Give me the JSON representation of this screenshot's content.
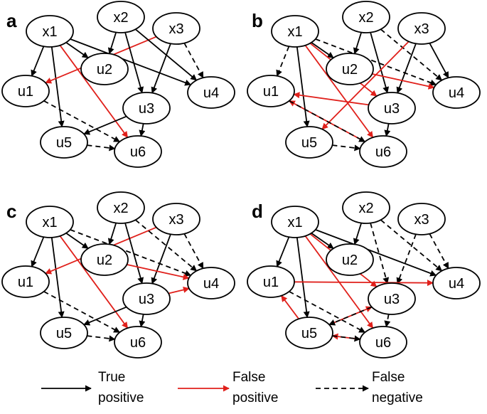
{
  "colors": {
    "true_positive": "#000000",
    "false_positive": "#e0201b",
    "false_negative": "#000000"
  },
  "panels": [
    {
      "label": "a",
      "nodes": [
        "x1",
        "x2",
        "x3",
        "u1",
        "u2",
        "u3",
        "u4",
        "u5",
        "u6"
      ],
      "edges": [
        {
          "from": "x1",
          "to": "u1",
          "type": "true_positive"
        },
        {
          "from": "x1",
          "to": "u2",
          "type": "true_positive"
        },
        {
          "from": "x1",
          "to": "u4",
          "type": "true_positive"
        },
        {
          "from": "x1",
          "to": "u5",
          "type": "true_positive"
        },
        {
          "from": "x1",
          "to": "u6",
          "type": "false_positive"
        },
        {
          "from": "x3",
          "to": "u1",
          "type": "false_positive"
        },
        {
          "from": "x2",
          "to": "u2",
          "type": "true_positive"
        },
        {
          "from": "x2",
          "to": "u3",
          "type": "true_positive"
        },
        {
          "from": "x2",
          "to": "u4",
          "type": "true_positive"
        },
        {
          "from": "x3",
          "to": "u3",
          "type": "true_positive"
        },
        {
          "from": "x3",
          "to": "u4",
          "type": "false_negative"
        },
        {
          "from": "u1",
          "to": "u6",
          "type": "false_negative"
        },
        {
          "from": "u3",
          "to": "u5",
          "type": "true_positive"
        },
        {
          "from": "u3",
          "to": "u6",
          "type": "true_positive"
        },
        {
          "from": "u5",
          "to": "u6",
          "type": "false_negative"
        }
      ]
    },
    {
      "label": "b",
      "nodes": [
        "x1",
        "x2",
        "x3",
        "u1",
        "u2",
        "u3",
        "u4",
        "u5",
        "u6"
      ],
      "edges": [
        {
          "from": "x1",
          "to": "u1",
          "type": "false_negative"
        },
        {
          "from": "x1",
          "to": "u2",
          "type": "true_positive"
        },
        {
          "from": "x1",
          "to": "u4",
          "type": "false_negative"
        },
        {
          "from": "x1",
          "to": "u5",
          "type": "true_positive"
        },
        {
          "from": "x1",
          "to": "u6",
          "type": "false_positive"
        },
        {
          "from": "x1",
          "to": "u3",
          "type": "false_positive"
        },
        {
          "from": "x2",
          "to": "u2",
          "type": "true_positive"
        },
        {
          "from": "x2",
          "to": "u3",
          "type": "true_positive"
        },
        {
          "from": "x2",
          "to": "u4",
          "type": "false_negative"
        },
        {
          "from": "x3",
          "to": "u3",
          "type": "true_positive"
        },
        {
          "from": "x3",
          "to": "u4",
          "type": "true_positive"
        },
        {
          "from": "x3",
          "to": "u5",
          "type": "false_positive"
        },
        {
          "from": "u2",
          "to": "u4",
          "type": "false_positive"
        },
        {
          "from": "u3",
          "to": "u1",
          "type": "false_positive"
        },
        {
          "from": "u6",
          "to": "u1",
          "type": "false_positive"
        },
        {
          "from": "u1",
          "to": "u6",
          "type": "false_negative"
        },
        {
          "from": "u3",
          "to": "u6",
          "type": "true_positive"
        },
        {
          "from": "u5",
          "to": "u6",
          "type": "false_negative"
        }
      ]
    },
    {
      "label": "c",
      "nodes": [
        "x1",
        "x2",
        "x3",
        "u1",
        "u2",
        "u3",
        "u4",
        "u5",
        "u6"
      ],
      "edges": [
        {
          "from": "x1",
          "to": "u1",
          "type": "true_positive"
        },
        {
          "from": "x1",
          "to": "u2",
          "type": "true_positive"
        },
        {
          "from": "x1",
          "to": "u4",
          "type": "false_negative"
        },
        {
          "from": "x1",
          "to": "u5",
          "type": "true_positive"
        },
        {
          "from": "x1",
          "to": "u6",
          "type": "false_positive"
        },
        {
          "from": "x3",
          "to": "u1",
          "type": "false_positive"
        },
        {
          "from": "x2",
          "to": "u2",
          "type": "true_positive"
        },
        {
          "from": "x2",
          "to": "u3",
          "type": "true_positive"
        },
        {
          "from": "x2",
          "to": "u4",
          "type": "false_negative"
        },
        {
          "from": "x3",
          "to": "u3",
          "type": "true_positive"
        },
        {
          "from": "x3",
          "to": "u4",
          "type": "false_negative"
        },
        {
          "from": "u2",
          "to": "u4",
          "type": "false_positive"
        },
        {
          "from": "u3",
          "to": "u4",
          "type": "false_positive"
        },
        {
          "from": "u1",
          "to": "u6",
          "type": "false_negative"
        },
        {
          "from": "u3",
          "to": "u5",
          "type": "true_positive"
        },
        {
          "from": "u3",
          "to": "u6",
          "type": "true_positive"
        },
        {
          "from": "u5",
          "to": "u6",
          "type": "false_negative"
        }
      ]
    },
    {
      "label": "d",
      "nodes": [
        "x1",
        "x2",
        "x3",
        "u1",
        "u2",
        "u3",
        "u4",
        "u5",
        "u6"
      ],
      "edges": [
        {
          "from": "x1",
          "to": "u1",
          "type": "true_positive"
        },
        {
          "from": "x1",
          "to": "u2",
          "type": "true_positive"
        },
        {
          "from": "x1",
          "to": "u4",
          "type": "true_positive"
        },
        {
          "from": "x1",
          "to": "u5",
          "type": "true_positive"
        },
        {
          "from": "x1",
          "to": "u6",
          "type": "false_positive"
        },
        {
          "from": "x1",
          "to": "u3",
          "type": "false_positive"
        },
        {
          "from": "x2",
          "to": "u2",
          "type": "true_positive"
        },
        {
          "from": "x2",
          "to": "u3",
          "type": "false_negative"
        },
        {
          "from": "x2",
          "to": "u4",
          "type": "false_negative"
        },
        {
          "from": "x3",
          "to": "u3",
          "type": "false_negative"
        },
        {
          "from": "x3",
          "to": "u4",
          "type": "false_negative"
        },
        {
          "from": "u1",
          "to": "u4",
          "type": "false_positive"
        },
        {
          "from": "u5",
          "to": "u1",
          "type": "false_positive"
        },
        {
          "from": "u5",
          "to": "u3",
          "type": "false_positive"
        },
        {
          "from": "u6",
          "to": "u5",
          "type": "false_positive"
        },
        {
          "from": "u1",
          "to": "u6",
          "type": "false_negative"
        },
        {
          "from": "u3",
          "to": "u5",
          "type": "false_negative"
        },
        {
          "from": "u3",
          "to": "u6",
          "type": "false_negative"
        },
        {
          "from": "u5",
          "to": "u6",
          "type": "false_negative"
        }
      ]
    }
  ],
  "legend": [
    {
      "type": "true_positive",
      "line1": "True",
      "line2": "positive"
    },
    {
      "type": "false_positive",
      "line1": "False",
      "line2": "positive"
    },
    {
      "type": "false_negative",
      "line1": "False",
      "line2": "negative"
    }
  ]
}
